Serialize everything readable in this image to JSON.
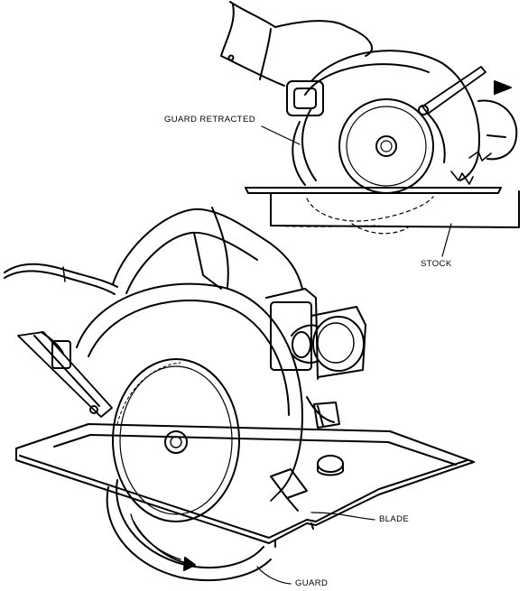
{
  "figure": {
    "labels": {
      "guard_retracted": "GUARD RETRACTED",
      "stock": "STOCK",
      "blade": "BLADE",
      "guard": "GUARD"
    },
    "line_color": "#000000",
    "background_color": "#ffffff"
  }
}
